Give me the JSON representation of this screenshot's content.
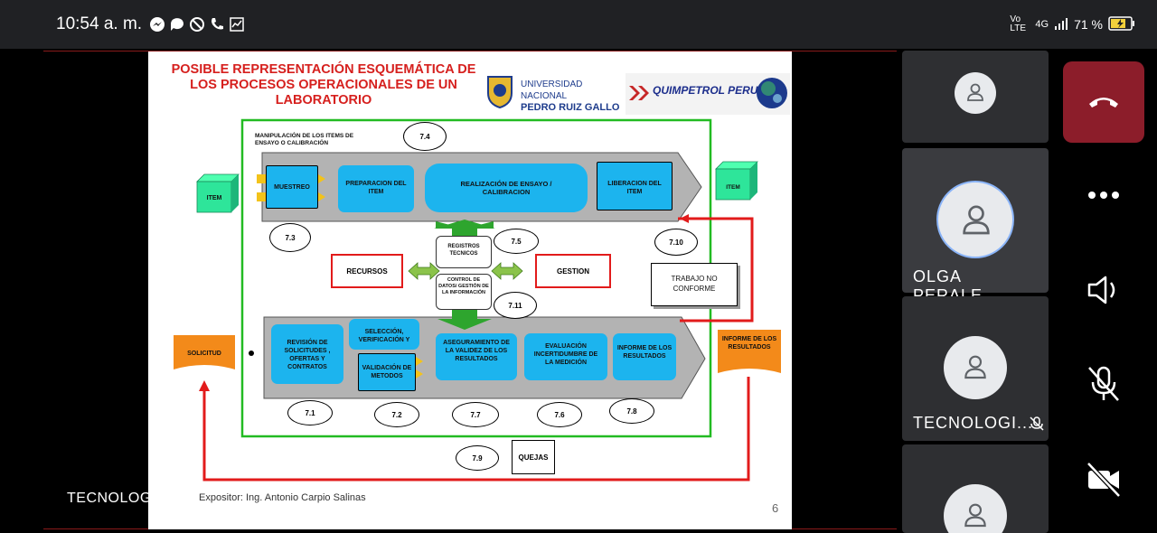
{
  "status_bar": {
    "time": "10:54 a. m.",
    "network": "Vo LTE",
    "signal_type": "4G",
    "battery": "71 %"
  },
  "stage": {
    "presenter_label": "TECNOLOG"
  },
  "slide": {
    "title": "POSIBLE REPRESENTACIÓN ESQUEMÁTICA DE LOS PROCESOS OPERACIONALES DE UN LABORATORIO",
    "logo_unp_line1": "UNIVERSIDAD NACIONAL",
    "logo_unp_line2": "PEDRO RUIZ GALLO",
    "logo_quimpetrol": "QUIMPETROL PERU",
    "manipulacion": "MANIPULACIÓN DE LOS ITEMS DE ENSAYO O CALIBRACIÓN",
    "item_left": "ITEM",
    "item_right": "ITEM",
    "muestreo": "MUESTREO",
    "preparacion": "PREPARACION DEL ITEM",
    "realizacion": "REALIZACIÓN DE ENSAYO / CALIBRACION",
    "liberacion": "LIBERACION DEL ITEM",
    "c74": "7.4",
    "c73": "7.3",
    "c75": "7.5",
    "c710": "7.10",
    "c711": "7.11",
    "registros": "REGISTROS TECNICOS",
    "control": "CONTROL DE DATOS/ GESTIÓN DE LA INFORMACIÓN",
    "recursos": "RECURSOS",
    "gestion": "GESTION",
    "trabajo": "TRABAJO NO CONFORME",
    "solicitud": "SOLICITUD",
    "informe_out": "INFORME DE LOS RESULTADOS",
    "revision": "REVISIÓN DE SOLICITUDES , OFERTAS Y CONTRATOS",
    "seleccion": "SELECCIÓN, VERIFICACIÓN Y",
    "validacion": "VALIDACIÓN DE METODOS",
    "aseguramiento": "ASEGURAMIENTO DE LA VALIDEZ DE LOS RESULTADOS",
    "evaluacion": "EVALUACIÓN INCERTIDUMBRE DE LA MEDICIÓN",
    "informe_in": "INFORME DE LOS RESULTADOS",
    "c71": "7.1",
    "c72": "7.2",
    "c77": "7.7",
    "c76": "7.6",
    "c78": "7.8",
    "c79": "7.9",
    "quejas": "QUEJAS",
    "footer": "Expositor: Ing. Antonio Carpio Salinas",
    "page": "6"
  },
  "participants": [
    {
      "name": ""
    },
    {
      "name": "OLGA  PERALE..."
    },
    {
      "name": "TECNOLOGI..."
    },
    {
      "name": ""
    }
  ],
  "colors": {
    "hangup": "#8c1d2a",
    "tile": "#2e2f32",
    "diagram_blue": "#1cb4ee",
    "diagram_red": "#e21b1b",
    "diagram_green": "#22bb22"
  }
}
